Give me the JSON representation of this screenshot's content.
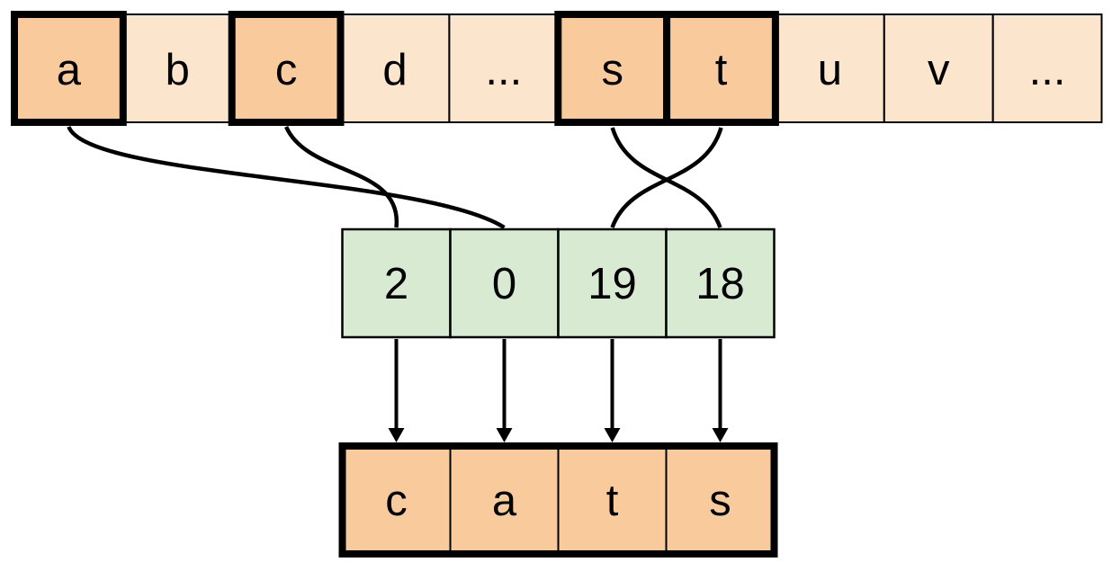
{
  "colors": {
    "highlight_fill": "#f9cb9c",
    "base_fill": "#fce5cd",
    "index_fill": "#d9ead3",
    "output_fill": "#f9cb9c",
    "line": "#000000",
    "background": "#ffffff"
  },
  "alphabet_row": {
    "cells": [
      {
        "label": "a",
        "highlighted": true
      },
      {
        "label": "b",
        "highlighted": false
      },
      {
        "label": "c",
        "highlighted": true
      },
      {
        "label": "d",
        "highlighted": false
      },
      {
        "label": "...",
        "highlighted": false
      },
      {
        "label": "s",
        "highlighted": true
      },
      {
        "label": "t",
        "highlighted": true
      },
      {
        "label": "u",
        "highlighted": false
      },
      {
        "label": "v",
        "highlighted": false
      },
      {
        "label": "...",
        "highlighted": false
      }
    ]
  },
  "index_row": {
    "cells": [
      {
        "label": "2"
      },
      {
        "label": "0"
      },
      {
        "label": "19"
      },
      {
        "label": "18"
      }
    ]
  },
  "output_row": {
    "cells": [
      {
        "label": "c"
      },
      {
        "label": "a"
      },
      {
        "label": "t"
      },
      {
        "label": "s"
      }
    ]
  },
  "connections": [
    {
      "from_letter": "a",
      "to_index": "0"
    },
    {
      "from_letter": "c",
      "to_index": "2"
    },
    {
      "from_letter": "s",
      "to_index": "18"
    },
    {
      "from_letter": "t",
      "to_index": "19"
    }
  ]
}
